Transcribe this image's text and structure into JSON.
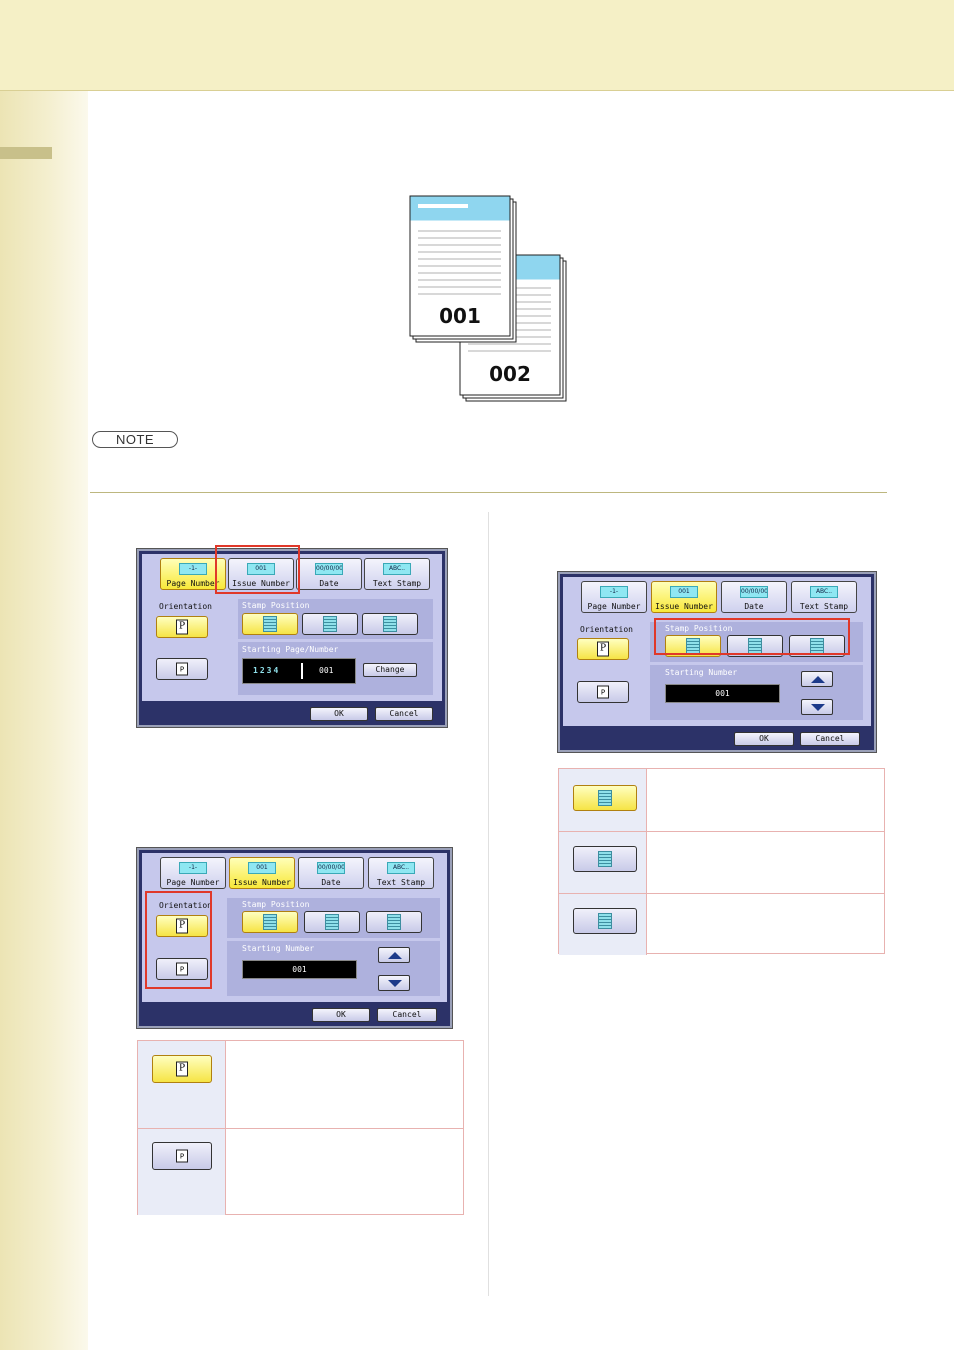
{
  "illustration": {
    "page_a": "001",
    "page_b": "002"
  },
  "note_label": "NOTE",
  "tabs": {
    "page_number": {
      "icon": "-1-",
      "label": "Page Number"
    },
    "issue_number": {
      "icon": "001",
      "label": "Issue Number"
    },
    "date": {
      "icon": "00/00/00",
      "label": "Date"
    },
    "text_stamp": {
      "icon": "ABC..",
      "label": "Text Stamp"
    }
  },
  "orientation_label": "Orientation",
  "stamp_position_label": "Stamp Position",
  "starting_page_number_label": "Starting Page/Number",
  "starting_number_label": "Starting Number",
  "starting_value": "001",
  "change_label": "Change",
  "ok_label": "OK",
  "cancel_label": "Cancel",
  "portrait_glyph": "P",
  "landscape_glyph": "P",
  "page_seq_glyph": "1234",
  "colors": {
    "highlight": "#e0382a",
    "selected": "#f6e445",
    "panel": "#c6c8ec",
    "header": "#f5f0c6"
  }
}
